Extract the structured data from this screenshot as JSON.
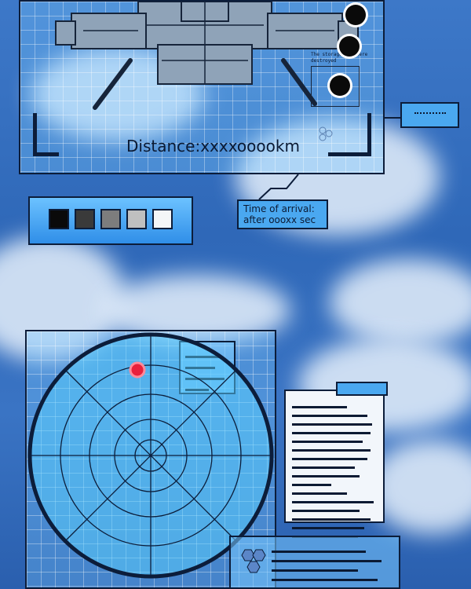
{
  "viewer": {
    "distance_label": "Distance:xxxxooookm",
    "destroyed_note": "The storage ... were destroyed"
  },
  "arrival": {
    "line1": "Time of arrival:",
    "line2": "after oooxx sec"
  },
  "swatches": [
    "#0a0a0a",
    "#3a3a3a",
    "#7d7d7d",
    "#c0c0c0",
    "#f4f6f8"
  ],
  "colors": {
    "sky": "#2f68b8",
    "panel_line": "#0c1d3a",
    "radar_blip": "#e8203c",
    "accent_blue": "#4aa8f0"
  },
  "icons": {
    "hex": "hexagon-cluster-icon",
    "target": "radar-blip-icon"
  }
}
